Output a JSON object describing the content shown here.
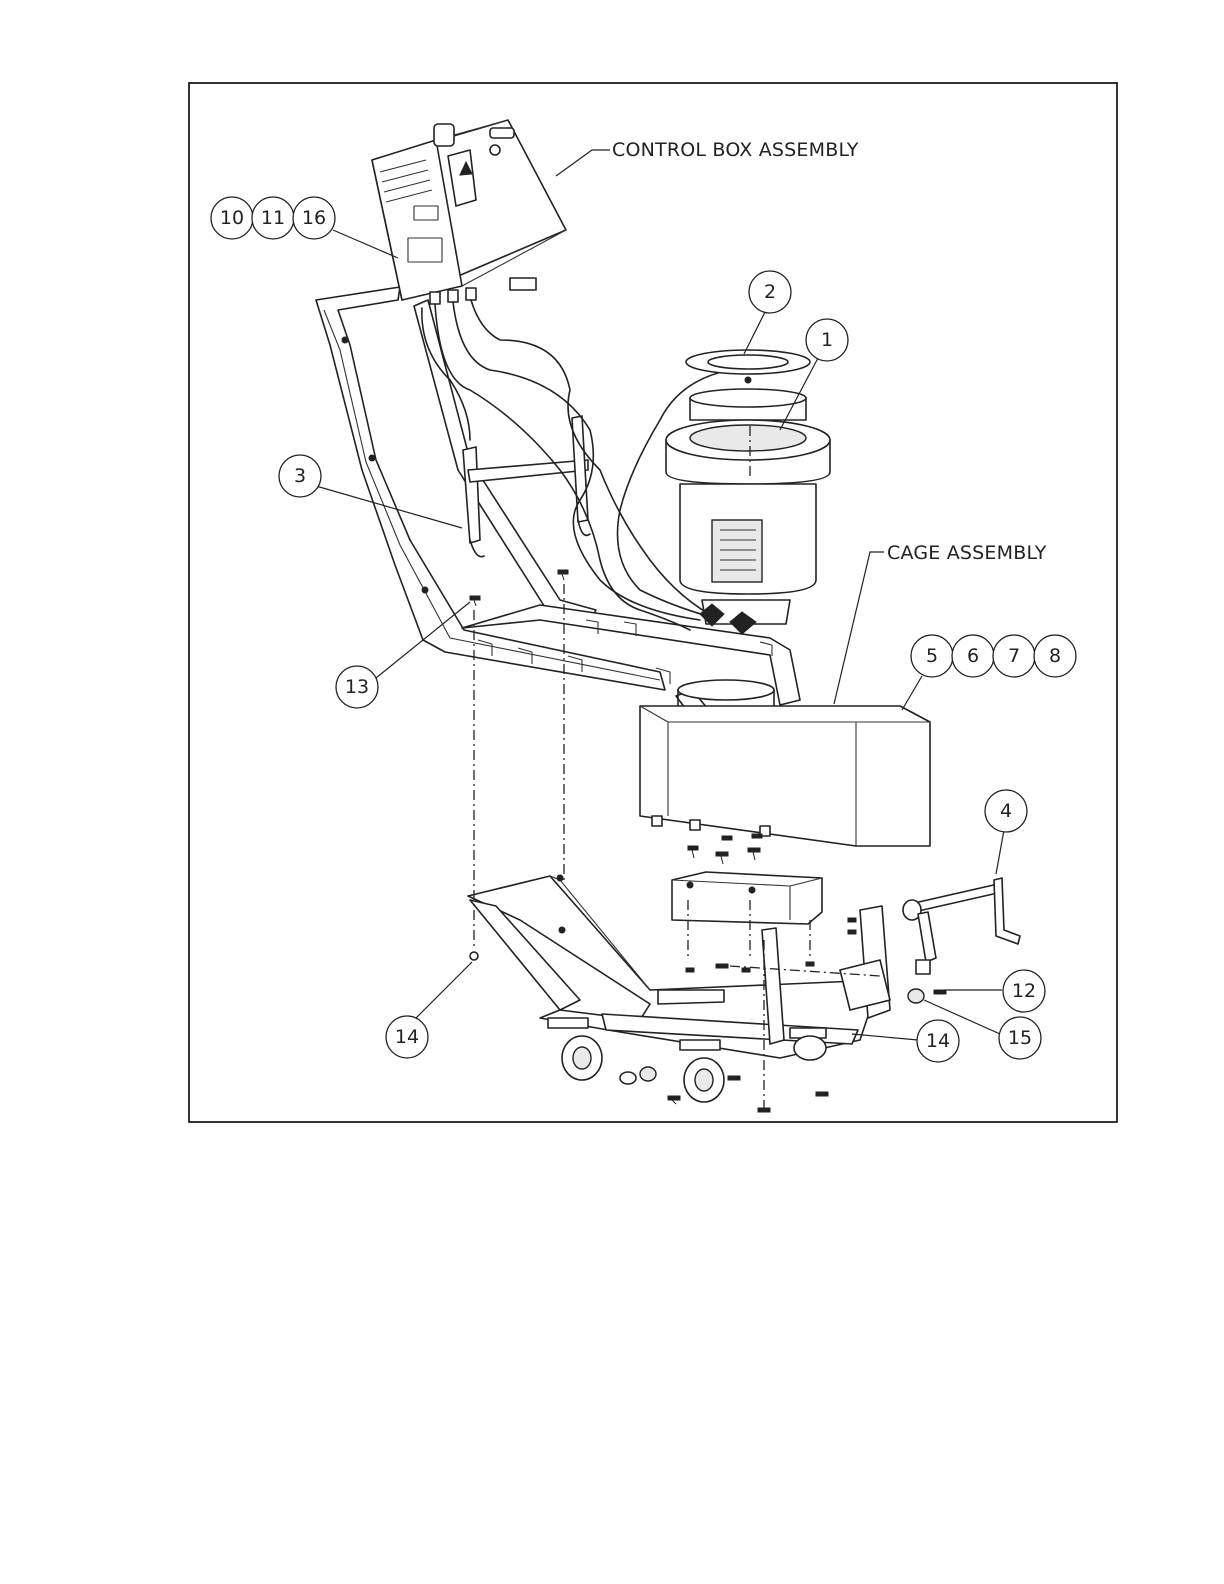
{
  "labels": {
    "control_box": "CONTROL BOX ASSEMBLY",
    "cage": "CAGE ASSEMBLY"
  },
  "bubbles": {
    "b10": "10",
    "b11": "11",
    "b16": "16",
    "b2": "2",
    "b1": "1",
    "b3": "3",
    "b5": "5",
    "b6": "6",
    "b7": "7",
    "b8": "8",
    "b13": "13",
    "b4": "4",
    "b12": "12",
    "b15": "15",
    "b14a": "14",
    "b14b": "14"
  }
}
